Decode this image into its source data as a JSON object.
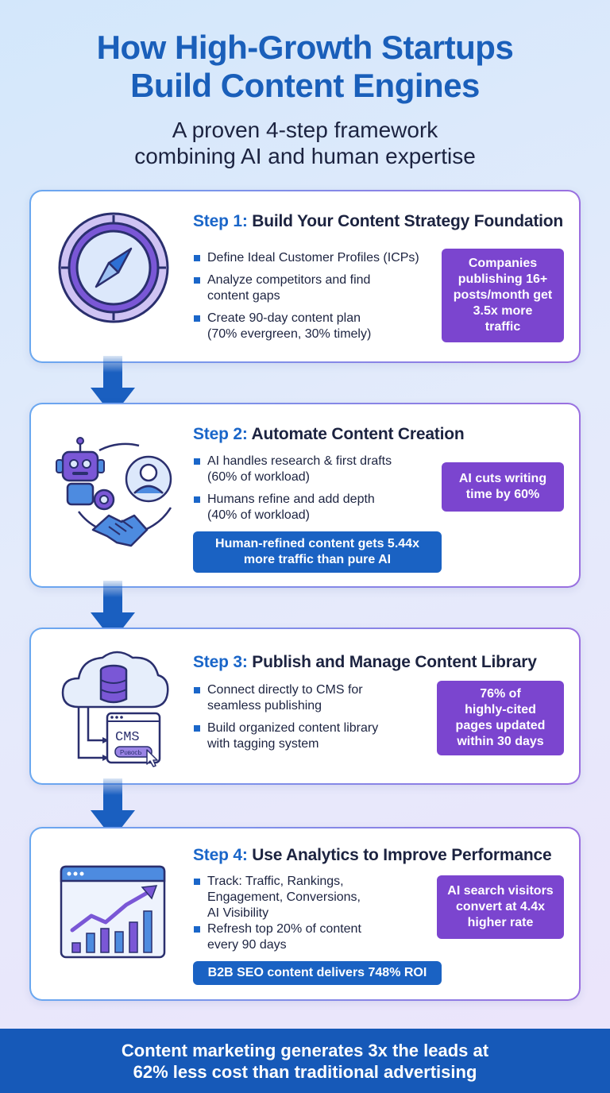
{
  "header": {
    "title_line1": "How High-Growth Startups",
    "title_line2": "Build Content Engines",
    "subtitle_line1": "A proven 4-step framework",
    "subtitle_line2": "combining AI and human expertise"
  },
  "steps": [
    {
      "step_label": "Step 1:",
      "title": "Build Your Content Strategy Foundation",
      "icon": "compass-icon",
      "bullets": [
        {
          "line1": "Define Ideal Customer Profiles (ICPs)",
          "line2": ""
        },
        {
          "line1": "Analyze competitors and find",
          "line2": "content gaps"
        },
        {
          "line1": "Create 90-day content plan",
          "line2": "(70% evergreen, 30% timely)"
        }
      ],
      "stat": {
        "line1": "Companies",
        "line2": "publishing 16+",
        "line3": "posts/month get",
        "line4": "3.5x more",
        "line5": "traffic"
      }
    },
    {
      "step_label": "Step 2:",
      "title": "Automate Content Creation",
      "icon": "robot-human-handshake-icon",
      "bullets": [
        {
          "line1": "AI handles research & first drafts",
          "line2": "(60% of workload)"
        },
        {
          "line1": "Humans refine and add depth",
          "line2": "(40% of workload)"
        }
      ],
      "stat": {
        "line1": "AI cuts writing",
        "line2": "time by 60%"
      },
      "callout": {
        "line1": "Human-refined content gets 5.44x",
        "line2": "more traffic than pure AI"
      }
    },
    {
      "step_label": "Step 3:",
      "title": "Publish and Manage Content Library",
      "icon": "cloud-database-cms-icon",
      "icon_text": {
        "cms": "CMS",
        "publish": "PᴜʙᴏᴄЬ"
      },
      "bullets": [
        {
          "line1": "Connect directly to CMS for",
          "line2": "seamless publishing"
        },
        {
          "line1": "Build organized content library",
          "line2": "with tagging system"
        }
      ],
      "stat": {
        "line1": "76% of",
        "line2": "highly-cited",
        "line3": "pages updated",
        "line4": "within 30 days"
      }
    },
    {
      "step_label": "Step 4:",
      "title": "Use Analytics to Improve Performance",
      "icon": "analytics-chart-icon",
      "bullets": [
        {
          "line1": "Track: Traffic, Rankings,",
          "line2": "Engagement, Conversions,",
          "line3": "AI Visibility"
        },
        {
          "line1": "Refresh top 20% of content",
          "line2": "every 90 days"
        }
      ],
      "stat": {
        "line1": "AI search visitors",
        "line2": "convert at 4.4x",
        "line3": "higher rate"
      },
      "callout": {
        "line1": "B2B SEO content delivers 748% ROI"
      }
    }
  ],
  "footer": {
    "line1": "Content marketing generates 3x the leads at",
    "line2": "62% less cost than traditional advertising"
  },
  "colors": {
    "title_blue": "#1a5fba",
    "stat_purple": "#7b45cf",
    "callout_blue": "#1a62c3",
    "footer_blue": "#1659b8"
  }
}
